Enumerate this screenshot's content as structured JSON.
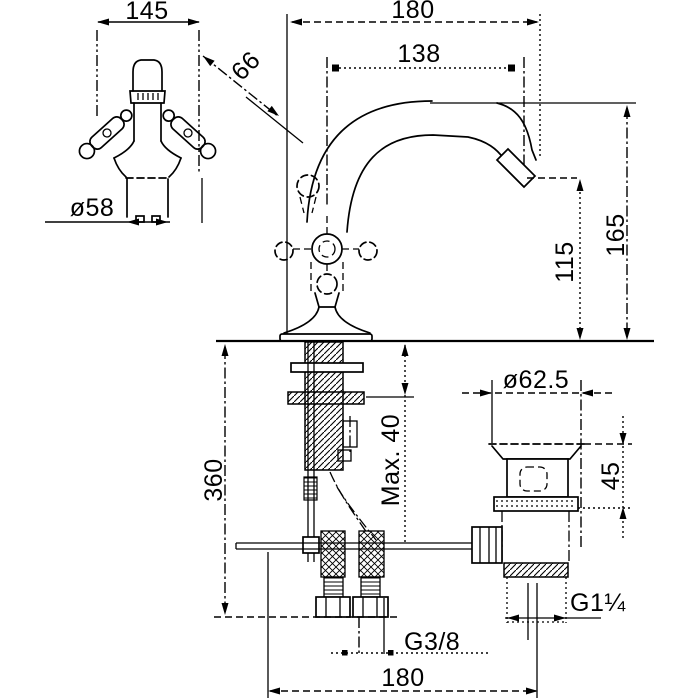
{
  "drawing": {
    "background_color": "#ffffff",
    "line_color": "#000000",
    "description": "Basin mixer tap technical dimension drawing with plan view, side elevation and pop-up waste",
    "labels": {
      "top_width": "145",
      "handle_diagonal": "66",
      "base_diameter": "ø58",
      "overall_projection": "180",
      "spout_projection": "138",
      "spout_outlet_height": "115",
      "spout_top_height": "165",
      "under_counter_height": "360",
      "max_counter_thickness": "Max. 40",
      "waste_flange_diameter": "ø62.5",
      "waste_body_height": "45",
      "waste_thread": "G1¼",
      "supply_thread": "G3/8",
      "waste_offset": "180"
    }
  }
}
